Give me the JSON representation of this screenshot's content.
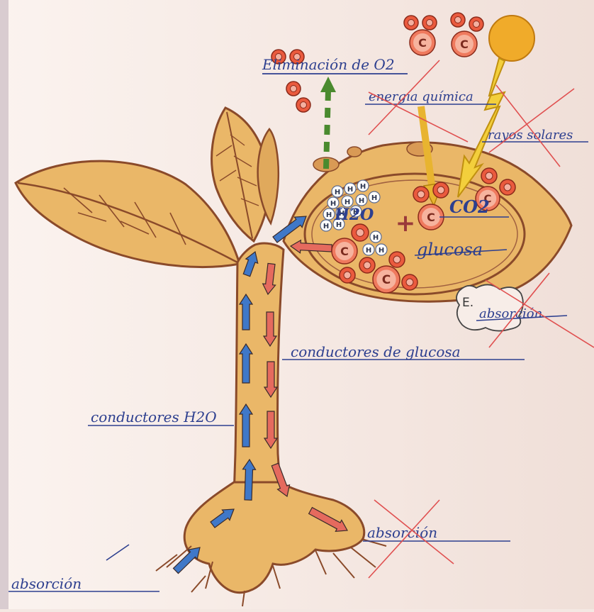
{
  "title": "",
  "colors": {
    "paper": "#f4e8e3",
    "plant_fill": "#eab768",
    "plant_outline": "#8a4a2a",
    "water_arrow": "#3f78c8",
    "glucose_arrow": "#e56a5e",
    "oxygen_arrow": "#4a8a2e",
    "sun": "#f0ab2a",
    "carbon": "#ea5a3e",
    "ink": "#2d3f8f",
    "correction_mark": "#e05050"
  },
  "labels": {
    "eliminacion_o2": "Eliminación de O2",
    "energia_quimica": "energía química",
    "rayos_solares": "rayos solares",
    "h2o_leaf": "H2O",
    "co2": "CO2",
    "glucosa": "glucosa",
    "e_box": "E.",
    "absorcion_top": "absorción",
    "conductores_glucosa": "conductores de glucosa",
    "conductores_h2o": "conductores H2O",
    "absorcion_root": "absorción",
    "absorcion_bottom": "absorción"
  },
  "glyphs": {
    "carbon": "C",
    "hydrogen": "H",
    "plus": "+"
  }
}
